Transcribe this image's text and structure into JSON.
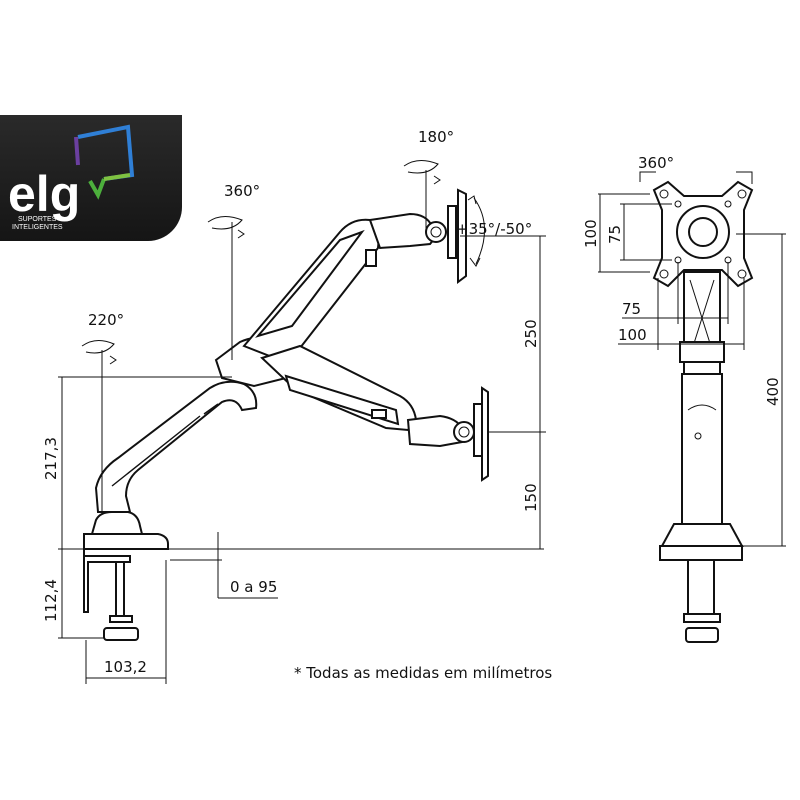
{
  "logo": {
    "wordmark": "elg",
    "line1": "SUPORTES",
    "line2": "INTELIGENTES"
  },
  "rotations": {
    "base": "220°",
    "arm": "360°",
    "head": "180°",
    "tilt": "+35°/-50°",
    "front": "360°"
  },
  "dimensions": {
    "height_total_side": "217,3",
    "clamp_height": "112,4",
    "clamp_depth": "103,2",
    "desk_thickness": "0 a 95",
    "upper_reach": "250",
    "lower_height": "150",
    "vesa_outer_v": "100",
    "vesa_inner_v": "75",
    "vesa_inner_h": "75",
    "vesa_outer_h": "100",
    "pole_height": "400"
  },
  "note": "* Todas as medidas em milímetros",
  "colors": {
    "logo_bg": "#1c1c1c",
    "logo_blue": "#2f7fd6",
    "logo_green": "#4caf3c",
    "logo_purple": "#6b3fa0"
  }
}
